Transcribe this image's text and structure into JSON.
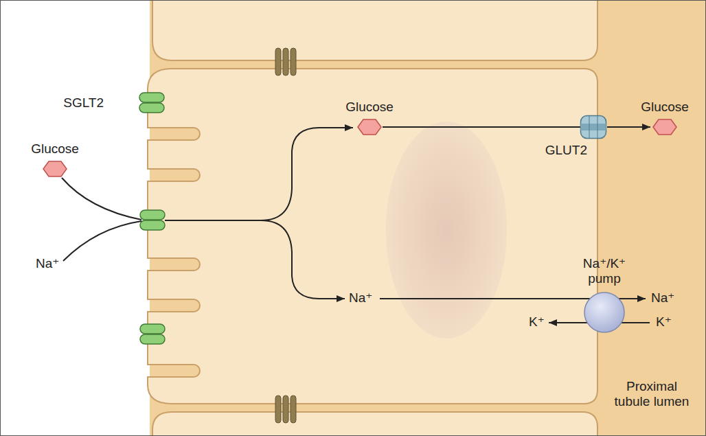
{
  "diagram": {
    "nodes": [
      {
        "text": [
          "SGLT2"
        ]
      },
      {
        "text": [
          "Glucose"
        ]
      },
      {
        "text": [
          "Glucose"
        ]
      },
      {
        "text": [
          "GLUT2"
        ]
      },
      {
        "text": [
          "Glucose"
        ]
      },
      {
        "text": [
          "Na⁺/K⁺ pump"
        ]
      }
    ],
    "edges": [
      {
        "from": 2,
        "to": 3,
        "arrow": "none"
      },
      {
        "from": 3,
        "to": 4,
        "arrow": "to"
      }
    ],
    "labels": [
      "Na⁺",
      "Na⁺",
      "Na⁺",
      "K⁺",
      "K⁺",
      "Proximal tubule lumen"
    ]
  }
}
